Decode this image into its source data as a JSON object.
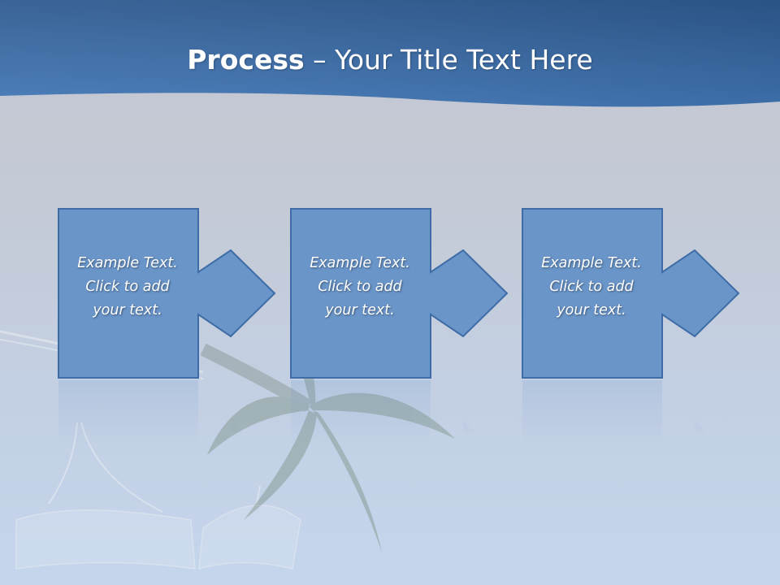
{
  "slide": {
    "title_bold": "Process",
    "title_rest": " – Your Title Text Here",
    "steps": [
      {
        "line1": "Example Text.",
        "line2": "Click  to add",
        "line3": "your text."
      },
      {
        "line1": "Example Text.",
        "line2": "Click  to add",
        "line3": "your text."
      },
      {
        "line1": "Example Text.",
        "line2": "Click  to add",
        "line3": "your text."
      }
    ]
  },
  "colors": {
    "header_band": "#3d71b0",
    "box_fill": "#6a95c9",
    "box_border": "#3e6ca6",
    "text": "#ffffff"
  },
  "icons": [
    "palm-tree-image",
    "hammock-image",
    "arrow-right-shape"
  ]
}
